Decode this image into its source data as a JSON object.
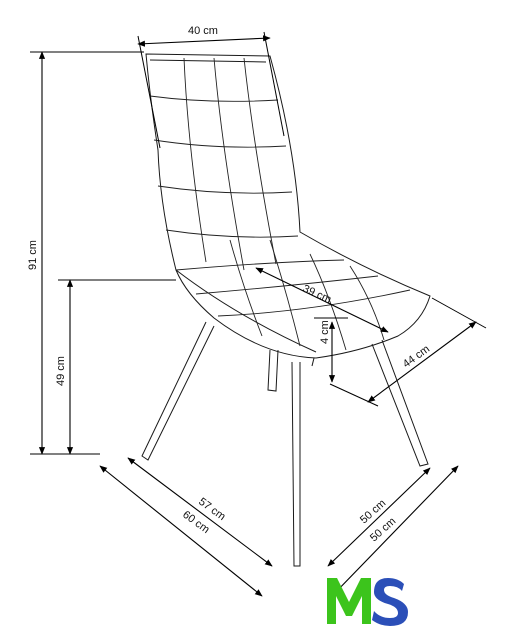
{
  "dimensions": {
    "seat_back_width": "40 cm",
    "total_height": "91 cm",
    "seat_height": "49 cm",
    "seat_depth": "39 cm",
    "seat_thickness": "4 cm",
    "seat_width": "44 cm",
    "base_depth_inner": "57 cm",
    "base_depth_outer": "60 cm",
    "base_width_inner": "50 cm",
    "base_width_outer": "50 cm"
  },
  "logo": {
    "letters": "MS",
    "color_m": "#3cc41c",
    "color_s": "#2b4fb8"
  }
}
